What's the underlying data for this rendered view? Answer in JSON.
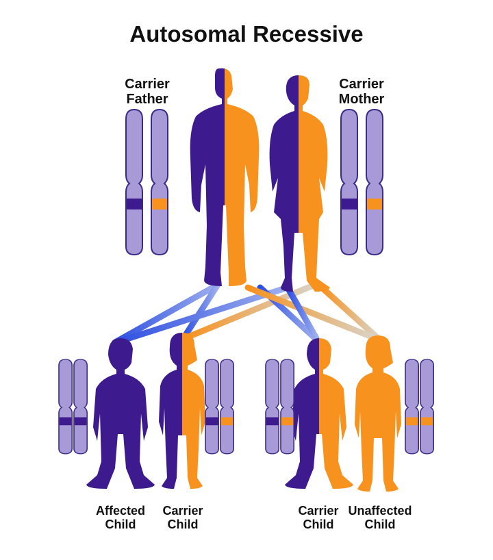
{
  "title": "Autosomal Recessive",
  "parents": {
    "father": {
      "line1": "Carrier",
      "line2": "Father"
    },
    "mother": {
      "line1": "Carrier",
      "line2": "Mother"
    }
  },
  "children": [
    {
      "line1": "Affected",
      "line2": "Child"
    },
    {
      "line1": "Carrier",
      "line2": "Child"
    },
    {
      "line1": "Carrier",
      "line2": "Child"
    },
    {
      "line1": "Unaffected",
      "line2": "Child"
    }
  ],
  "colors": {
    "recessive_allele": "#3d1a8e",
    "dominant_allele": "#f7921e",
    "chromosome_fill": "#a79ad6",
    "chromosome_stroke": "#3a2a8a"
  }
}
